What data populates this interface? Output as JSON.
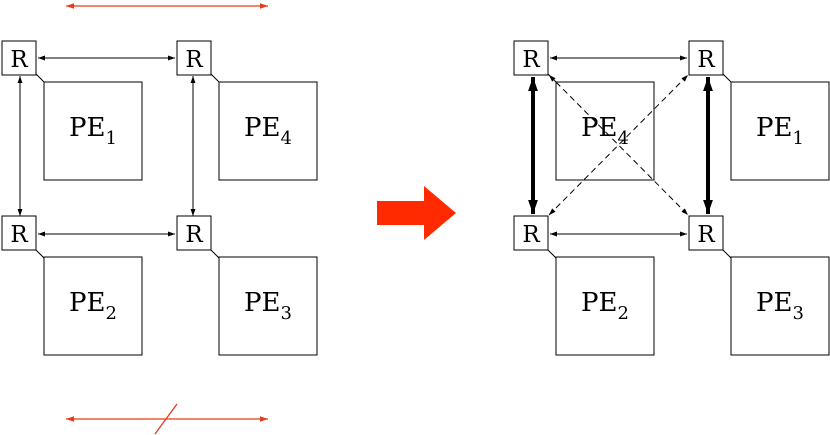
{
  "router_label": "R",
  "pe_prefix": "PE",
  "left_grid": {
    "pe": [
      {
        "slot": "top-left",
        "num": "1"
      },
      {
        "slot": "top-right",
        "num": "4"
      },
      {
        "slot": "bottom-left",
        "num": "2"
      },
      {
        "slot": "bottom-right",
        "num": "3"
      }
    ]
  },
  "right_grid": {
    "pe": [
      {
        "slot": "top-left",
        "num": "4"
      },
      {
        "slot": "top-right",
        "num": "1"
      },
      {
        "slot": "bottom-left",
        "num": "2"
      },
      {
        "slot": "bottom-right",
        "num": "3"
      }
    ]
  },
  "colors": {
    "accent_red": "#e53a1c",
    "line": "#000000"
  }
}
